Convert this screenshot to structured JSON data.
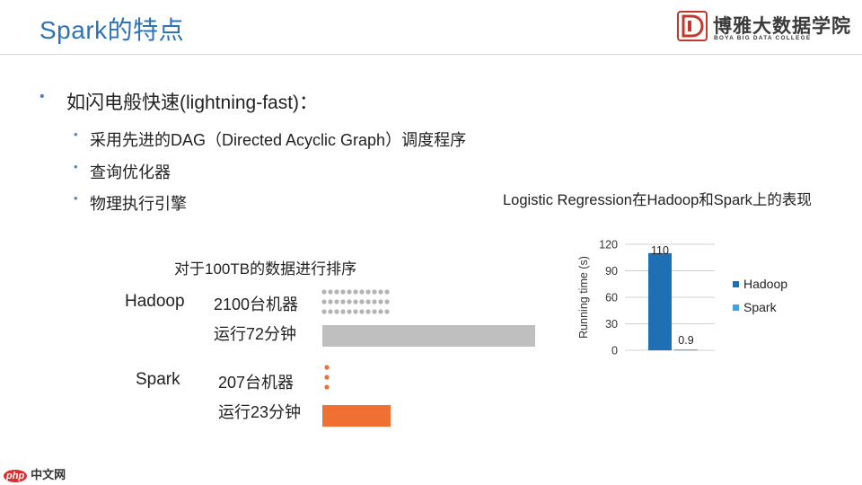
{
  "slide": {
    "title": "Spark的特点",
    "logo": {
      "name": "博雅大数据学院",
      "subtitle": "BOYA BIG DATA COLLEGE",
      "mark_letter": "D"
    },
    "bullet_main": "如闪电般快速(lightning-fast)：",
    "sub_bullets": [
      "采用先进的DAG（Directed Acyclic Graph）调度程序",
      "查询优化器",
      "物理执行引擎"
    ],
    "sort_caption": "对于100TB的数据进行排序",
    "hadoop": {
      "label": "Hadoop",
      "machines": "2100台机器",
      "runtime": "运行72分钟",
      "minutes": 72,
      "color": "#bfbfbf"
    },
    "spark": {
      "label": "Spark",
      "machines": "207台机器",
      "runtime": "运行23分钟",
      "minutes": 23,
      "color": "#f07033"
    },
    "footer": {
      "brand_prefix": "php",
      "brand_suffix": "中文网"
    }
  },
  "chart_data": {
    "type": "bar",
    "title": "Logistic Regression在Hadoop和Spark上的表现",
    "ylabel": "Running time (s)",
    "xlabel": "",
    "ylim": [
      0,
      120
    ],
    "yticks": [
      0,
      30,
      60,
      90,
      120
    ],
    "series": [
      {
        "name": "Hadoop",
        "values": [
          110
        ],
        "label": "110",
        "color": "#1f6fb5"
      },
      {
        "name": "Spark",
        "values": [
          0.9
        ],
        "label": "0.9",
        "color": "#41a3e0"
      }
    ],
    "legend": "right",
    "grid": true
  }
}
